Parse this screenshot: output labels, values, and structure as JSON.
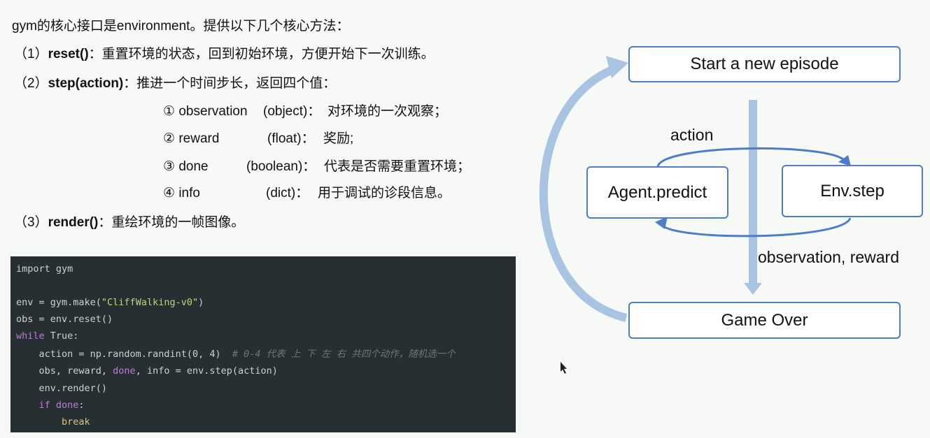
{
  "intro": "gym的核心接口是environment。提供以下几个核心方法：",
  "methods": [
    {
      "num": "（1）",
      "name": "reset()",
      "desc": "：重置环境的状态，回到初始环境，方便开始下一次训练。"
    },
    {
      "num": "（2）",
      "name": "step(action)",
      "desc": "：推进一个时间步长，返回四个值："
    },
    {
      "num": "（3）",
      "name": "render()",
      "desc": "：重绘环境的一帧图像。"
    }
  ],
  "returns": [
    {
      "idx": "①",
      "name": "observation",
      "type": "(object)：",
      "desc": "对环境的一次观察；"
    },
    {
      "idx": "②",
      "name": "reward",
      "type": "(float)：",
      "desc": "奖励;"
    },
    {
      "idx": "③",
      "name": "done",
      "type": "(boolean)：",
      "desc": "代表是否需要重置环境；"
    },
    {
      "idx": "④",
      "name": "info",
      "type": "(dict)：",
      "desc": "用于调试的诊段信息。"
    }
  ],
  "code": {
    "l1": "import gym",
    "l2a": "env = gym.make(",
    "l2s": "\"CliffWalking-v0\"",
    "l2b": ")",
    "l3": "obs = env.reset()",
    "l4k": "while",
    "l4": " True:",
    "l5": "    action = np.random.randint(0, 4)  ",
    "l5c": "# 0-4 代表 上 下 左 右 共四个动作，随机选一个",
    "l6a": "    obs, reward, ",
    "l6k": "done",
    "l6b": ", info = env.step(action)",
    "l7": "    env.render()",
    "l8a": "    ",
    "l8k": "if done",
    "l8b": ":",
    "l9a": "        ",
    "l9k": "break"
  },
  "diagram": {
    "start": "Start a new episode",
    "agent": "Agent.predict",
    "env": "Env.step",
    "over": "Game Over",
    "action": "action",
    "obs": "observation, reward"
  },
  "colors": {
    "box_border": "#4c7dc6",
    "big_arrow": "#a9c3e2",
    "code_bg": "#263033"
  }
}
